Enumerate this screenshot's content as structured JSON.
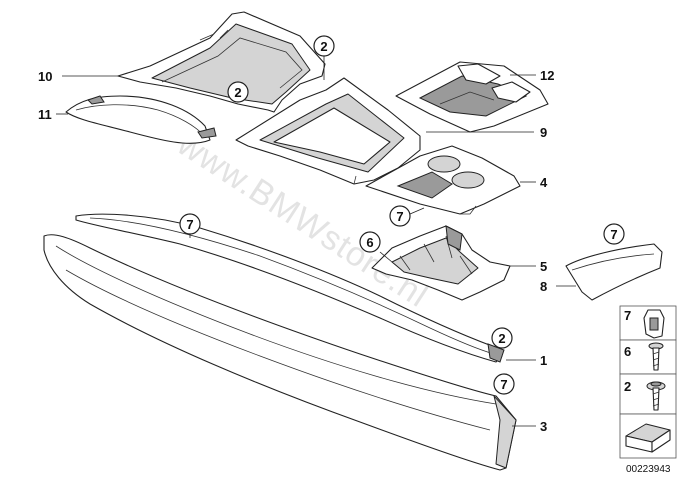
{
  "diagram": {
    "watermark": "www.BMWstore.nl",
    "document_number": "00223943",
    "callouts": {
      "label_10": "10",
      "label_11": "11",
      "label_12": "12",
      "label_9": "9",
      "label_4": "4",
      "label_5": "5",
      "label_8": "8",
      "label_1": "1",
      "label_3": "3",
      "circle_2_top": "2",
      "circle_2_inner": "2",
      "circle_7_mid": "7",
      "circle_7_left": "7",
      "circle_6": "6",
      "circle_2_lower": "2",
      "circle_7_lower": "7",
      "circle_7_right": "7"
    },
    "legend": {
      "row_7": "7",
      "row_6": "6",
      "row_2": "2"
    }
  }
}
